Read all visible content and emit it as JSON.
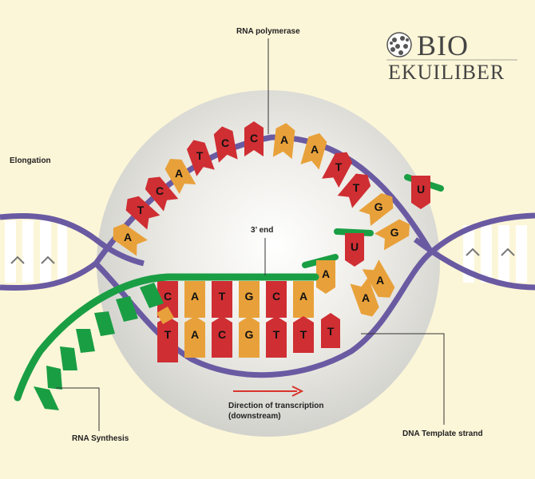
{
  "labels": {
    "rna_polymerase": "RNA polymerase",
    "elongation": "Elongation",
    "three_prime_end": "3’ end",
    "direction_line1": "Direction of transcription",
    "direction_line2": "(downstream)",
    "rna_synthesis": "RNA Synthesis",
    "dna_template": "DNA Template strand"
  },
  "logo": {
    "line1": "BIO",
    "line2": "EKUILIBER"
  },
  "bases": {
    "upper_arc": [
      "A",
      "T",
      "C",
      "A",
      "T",
      "C",
      "C",
      "A",
      "A",
      "T",
      "T",
      "G",
      "G"
    ],
    "lower_template": [
      "T",
      "A",
      "C",
      "G",
      "T",
      "T"
    ],
    "lower_rna": [
      "C",
      "A",
      "T",
      "G",
      "C",
      "A"
    ],
    "free_nucleotides": [
      "U",
      "U",
      "A"
    ],
    "loose_bases": [
      "A",
      "A"
    ]
  },
  "colors": {
    "background": "#fcf6d8",
    "backbone": "#6a5aa2",
    "red_base": "#cf2e33",
    "orange_base": "#e8a13a",
    "rna_green": "#1a9e44",
    "arrow_red": "#d9342b",
    "polymerase": "#d9d9d4"
  }
}
